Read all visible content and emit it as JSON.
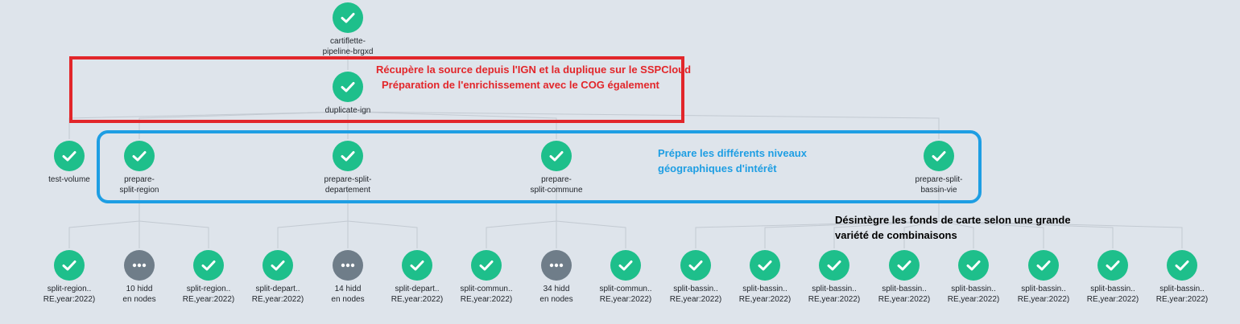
{
  "colors": {
    "background": "#dee4eb",
    "node_success": "#1ebf8b",
    "node_hidden": "#6f7d89",
    "edge": "#c3cad2",
    "annotation_red": "#e2262a",
    "annotation_blue": "#1e9ee3",
    "annotation_black": "#000000"
  },
  "icons": {
    "success": "check-icon",
    "hidden": "ellipsis-icon"
  },
  "nodes": {
    "root": {
      "label": "cartiflette-\npipeline-brgxd",
      "status": "success"
    },
    "dup": {
      "label": "duplicate-ign",
      "status": "success"
    },
    "tv": {
      "label": "test-volume",
      "status": "success"
    },
    "p_reg": {
      "label": "prepare-\nsplit-region",
      "status": "success"
    },
    "p_dep": {
      "label": "prepare-split-\ndepartement",
      "status": "success"
    },
    "p_com": {
      "label": "prepare-\nsplit-commune",
      "status": "success"
    },
    "p_bas": {
      "label": "prepare-split-\nbassin-vie",
      "status": "success"
    },
    "r1": {
      "label": "split-region..\nRE,year:2022)",
      "status": "success"
    },
    "r_h": {
      "label": "10 hidd\nen nodes",
      "status": "hidden"
    },
    "r2": {
      "label": "split-region..\nRE,year:2022)",
      "status": "success"
    },
    "d1": {
      "label": "split-depart..\nRE,year:2022)",
      "status": "success"
    },
    "d_h": {
      "label": "14 hidd\nen nodes",
      "status": "hidden"
    },
    "d2": {
      "label": "split-depart..\nRE,year:2022)",
      "status": "success"
    },
    "c1": {
      "label": "split-commun..\nRE,year:2022)",
      "status": "success"
    },
    "c_h": {
      "label": "34 hidd\nen nodes",
      "status": "hidden"
    },
    "c2": {
      "label": "split-commun..\nRE,year:2022)",
      "status": "success"
    },
    "b1": {
      "label": "split-bassin..\nRE,year:2022)",
      "status": "success"
    },
    "b2": {
      "label": "split-bassin..\nRE,year:2022)",
      "status": "success"
    },
    "b3": {
      "label": "split-bassin..\nRE,year:2022)",
      "status": "success"
    },
    "b4": {
      "label": "split-bassin..\nRE,year:2022)",
      "status": "success"
    },
    "b5": {
      "label": "split-bassin..\nRE,year:2022)",
      "status": "success"
    },
    "b6": {
      "label": "split-bassin..\nRE,year:2022)",
      "status": "success"
    },
    "b7": {
      "label": "split-bassin..\nRE,year:2022)",
      "status": "success"
    },
    "b8": {
      "label": "split-bassin..\nRE,year:2022)",
      "status": "success"
    }
  },
  "edges": [
    [
      "root",
      "dup"
    ],
    [
      "dup",
      "tv"
    ],
    [
      "dup",
      "p_reg"
    ],
    [
      "dup",
      "p_dep"
    ],
    [
      "dup",
      "p_com"
    ],
    [
      "dup",
      "p_bas"
    ],
    [
      "p_reg",
      "r1"
    ],
    [
      "p_reg",
      "r_h"
    ],
    [
      "p_reg",
      "r2"
    ],
    [
      "p_dep",
      "d1"
    ],
    [
      "p_dep",
      "d_h"
    ],
    [
      "p_dep",
      "d2"
    ],
    [
      "p_com",
      "c1"
    ],
    [
      "p_com",
      "c_h"
    ],
    [
      "p_com",
      "c2"
    ],
    [
      "p_bas",
      "b1"
    ],
    [
      "p_bas",
      "b2"
    ],
    [
      "p_bas",
      "b3"
    ],
    [
      "p_bas",
      "b4"
    ],
    [
      "p_bas",
      "b5"
    ],
    [
      "p_bas",
      "b6"
    ],
    [
      "p_bas",
      "b7"
    ],
    [
      "p_bas",
      "b8"
    ]
  ],
  "annotations": {
    "red_line1": "Récupère la source depuis l'IGN et la duplique sur le SSPCloud",
    "red_line2": "Préparation de l'enrichissement avec le COG également",
    "blue_line1": "Prépare les différents niveaux",
    "blue_line2": "géographiques d'intérêt",
    "black_line1": "Désintègre les fonds de carte selon une grande",
    "black_line2": "variété de combinaisons"
  }
}
